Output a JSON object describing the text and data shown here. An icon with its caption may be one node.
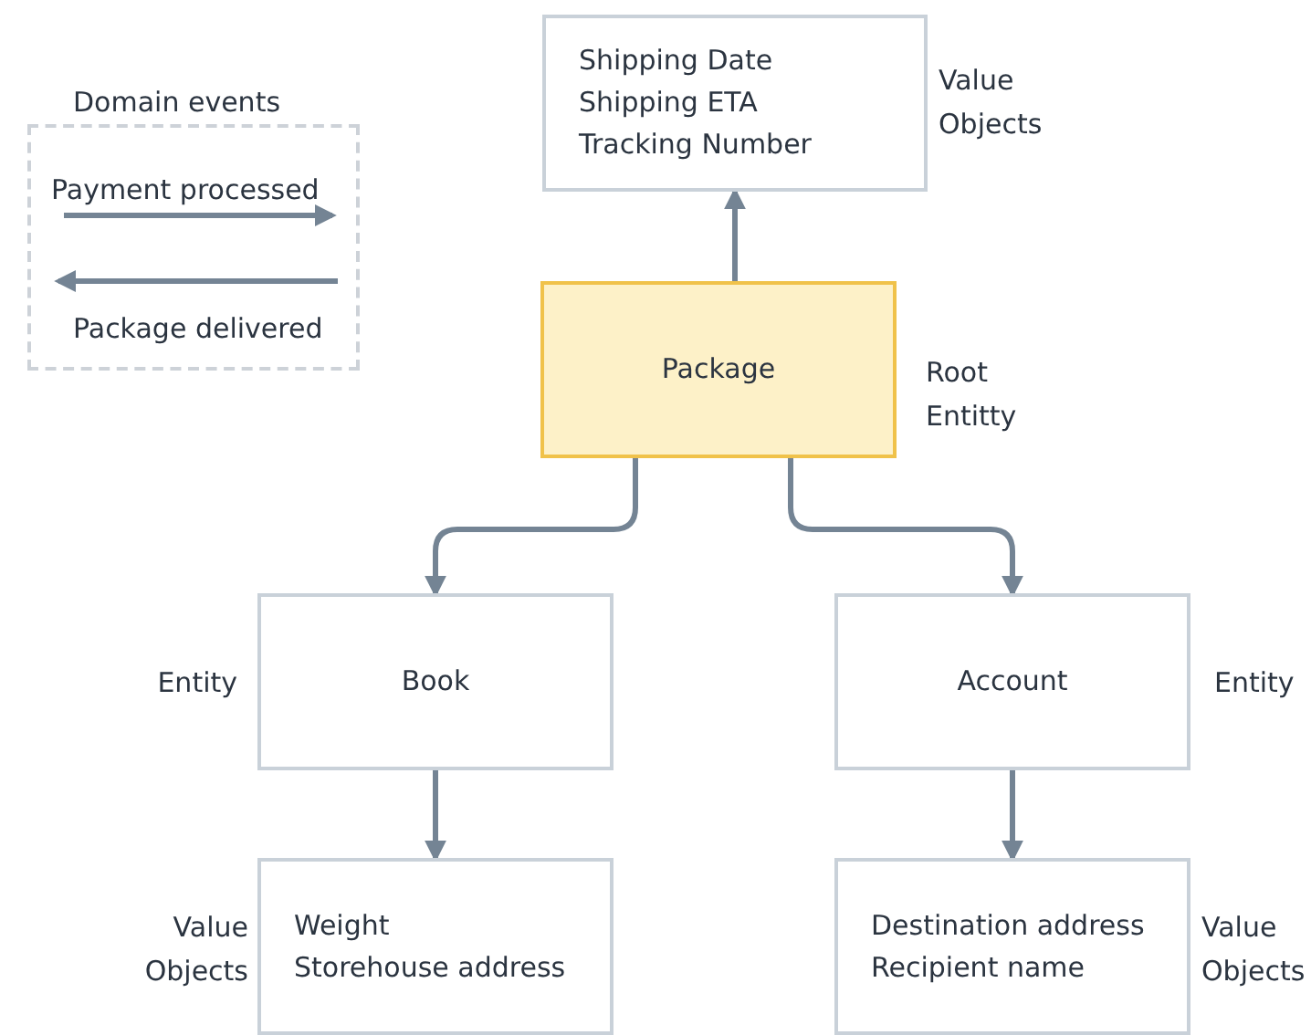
{
  "diagram": {
    "nodes": [
      {
        "text": [
          "Shipping Date",
          "Shipping ETA",
          "Tracking Number"
        ],
        "beside": [
          "Value Objects"
        ]
      },
      {
        "text": [
          "Package"
        ],
        "beside": [
          "Root Entitty"
        ]
      },
      {
        "text": [
          "Book"
        ],
        "beside": [
          "Entity"
        ]
      },
      {
        "text": [
          "Account"
        ],
        "beside": [
          "Entity"
        ]
      },
      {
        "text": [
          "Weight",
          "Storehouse address"
        ],
        "beside": [
          "Value Objects"
        ]
      },
      {
        "text": [
          "Destination address",
          "Recipient name"
        ],
        "beside": [
          "Value Objects"
        ]
      }
    ],
    "edges": [
      {
        "from": 1,
        "to": 0,
        "arrow": "to"
      },
      {
        "from": 1,
        "to": 2,
        "arrow": "to"
      },
      {
        "from": 1,
        "to": 3,
        "arrow": "to"
      },
      {
        "from": 2,
        "to": 4,
        "arrow": "to"
      },
      {
        "from": 3,
        "to": 5,
        "arrow": "to"
      }
    ],
    "labels": [
      "Domain events"
    ],
    "legend": [
      {
        "text": "Payment processed"
      },
      {
        "text": "Package delivered"
      }
    ]
  }
}
